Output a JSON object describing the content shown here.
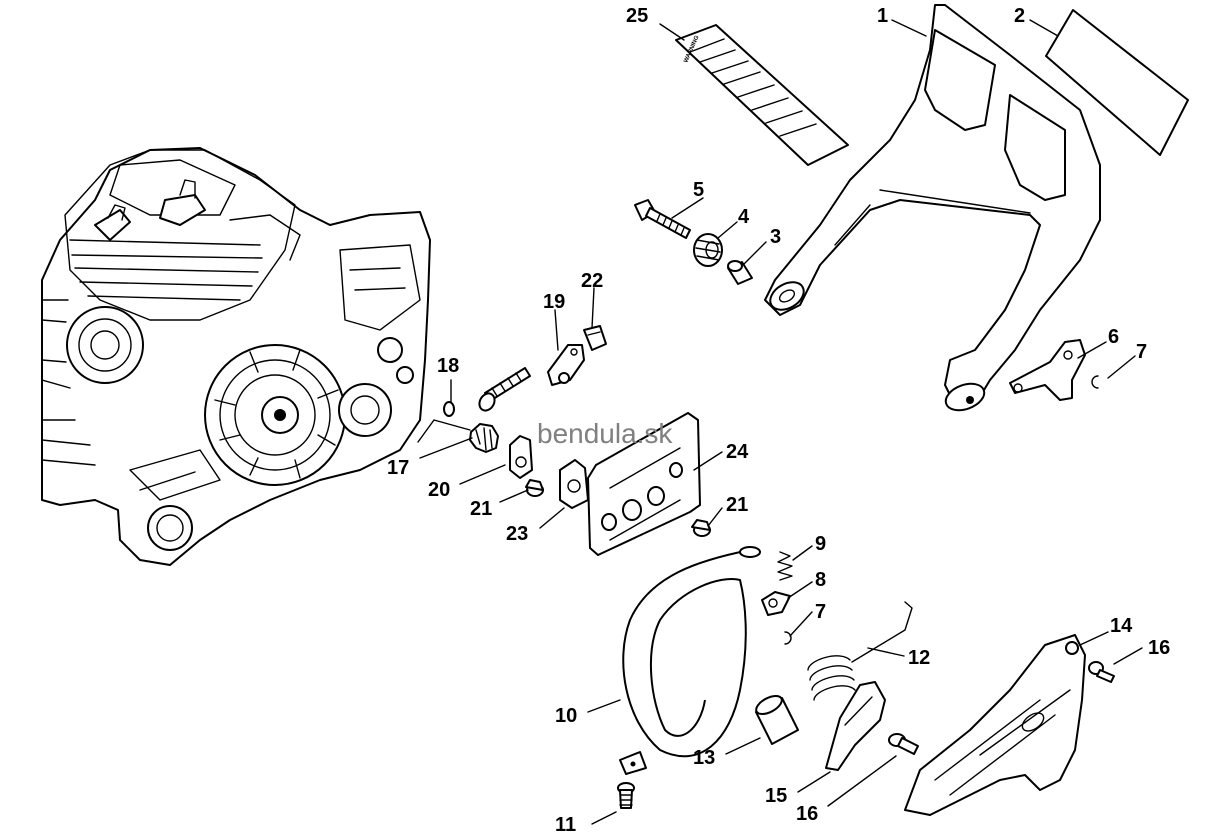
{
  "watermark": "bendula.sk",
  "decal_text": "WARNING",
  "callouts": [
    {
      "id": "1",
      "label": "1"
    },
    {
      "id": "2",
      "label": "2"
    },
    {
      "id": "3",
      "label": "3"
    },
    {
      "id": "4",
      "label": "4"
    },
    {
      "id": "5",
      "label": "5"
    },
    {
      "id": "6",
      "label": "6"
    },
    {
      "id": "7a",
      "label": "7"
    },
    {
      "id": "7b",
      "label": "7"
    },
    {
      "id": "8",
      "label": "8"
    },
    {
      "id": "9",
      "label": "9"
    },
    {
      "id": "10",
      "label": "10"
    },
    {
      "id": "11",
      "label": "11"
    },
    {
      "id": "12",
      "label": "12"
    },
    {
      "id": "13",
      "label": "13"
    },
    {
      "id": "14",
      "label": "14"
    },
    {
      "id": "15",
      "label": "15"
    },
    {
      "id": "16a",
      "label": "16"
    },
    {
      "id": "16b",
      "label": "16"
    },
    {
      "id": "17",
      "label": "17"
    },
    {
      "id": "18",
      "label": "18"
    },
    {
      "id": "19",
      "label": "19"
    },
    {
      "id": "20",
      "label": "20"
    },
    {
      "id": "21a",
      "label": "21"
    },
    {
      "id": "21b",
      "label": "21"
    },
    {
      "id": "22",
      "label": "22"
    },
    {
      "id": "23",
      "label": "23"
    },
    {
      "id": "24",
      "label": "24"
    },
    {
      "id": "25",
      "label": "25"
    }
  ]
}
